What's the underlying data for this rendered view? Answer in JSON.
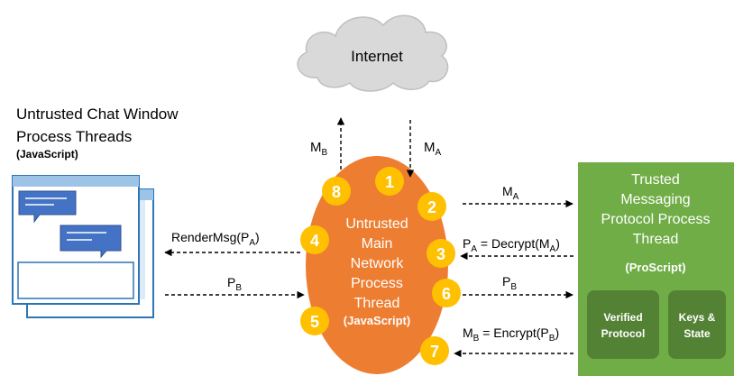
{
  "internet": {
    "label": "Internet"
  },
  "chat_window": {
    "title_line1": "Untrusted Chat Window",
    "title_line2": "Process Threads",
    "lang": "(JavaScript)"
  },
  "main_process": {
    "line1": "Untrusted",
    "line2": "Main",
    "line3": "Network",
    "line4": "Process",
    "line5": "Thread",
    "lang": "(JavaScript)"
  },
  "trusted_process": {
    "line1": "Trusted",
    "line2": "Messaging",
    "line3": "Protocol Process",
    "line4": "Thread",
    "lang": "(ProScript)",
    "box_verified_line1": "Verified",
    "box_verified_line2": "Protocol",
    "box_keys_line1": "Keys &",
    "box_keys_line2": "State"
  },
  "steps": [
    "1",
    "2",
    "3",
    "4",
    "5",
    "6",
    "7",
    "8"
  ],
  "arrows": {
    "mb_base": "M",
    "mb_sub": "B",
    "ma_base": "M",
    "ma_sub": "A",
    "to_trusted_base": "M",
    "to_trusted_sub": "A",
    "decrypt_a": "P",
    "decrypt_a_sub": "A",
    "decrypt_b": " = Decrypt(M",
    "decrypt_b_sub": "A",
    "decrypt_c": ")",
    "render_a": "RenderMsg(P",
    "render_a_sub": "A",
    "render_b": ")",
    "pb_left_base": "P",
    "pb_left_sub": "B",
    "pb_right_base": "P",
    "pb_right_sub": "B",
    "encrypt_a": "M",
    "encrypt_a_sub": "B",
    "encrypt_b": " = Encrypt(P",
    "encrypt_b_sub": "B",
    "encrypt_c": ")"
  },
  "colors": {
    "orange": "#ED7D31",
    "green": "#70AD47",
    "dark_green": "#548235",
    "yellow": "#FFC000",
    "blue": "#5B9BD5",
    "cloud": "#D9D9D9"
  }
}
